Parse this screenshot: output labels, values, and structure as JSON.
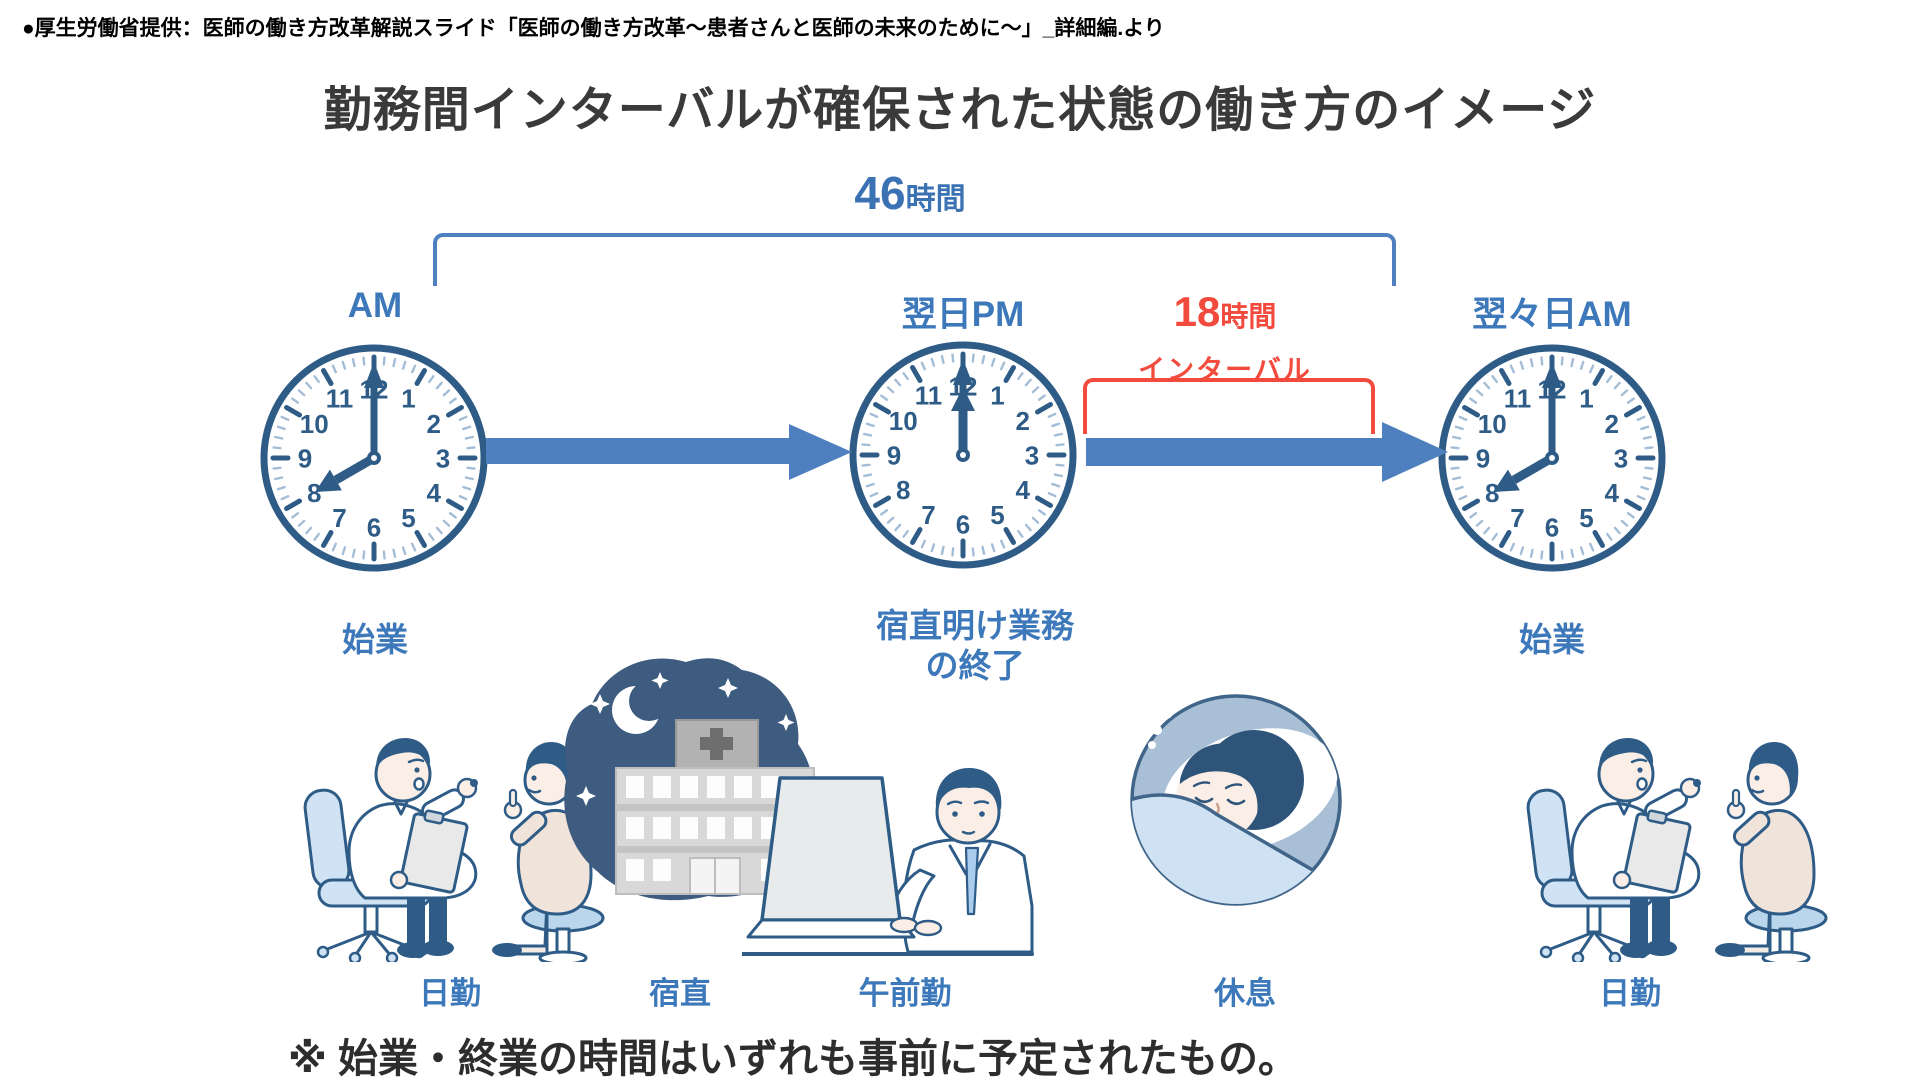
{
  "source_line": "●厚生労働省提供：医師の働き方改革解説スライド「医師の働き方改革～患者さんと医師の未来のために～」_詳細編.より",
  "title": "勤務間インターバルが確保された状態の働き方のイメージ",
  "total_span": {
    "value": "46",
    "unit": "時間"
  },
  "interval": {
    "value": "18",
    "unit": "時間",
    "label": "インターバル"
  },
  "dial_numbers": [
    "1",
    "2",
    "3",
    "4",
    "5",
    "6",
    "7",
    "8",
    "9",
    "10",
    "11",
    "12"
  ],
  "clocks": [
    {
      "label": "AM",
      "time": "8:00",
      "event": "始業"
    },
    {
      "label": "翌日PM",
      "time": "12:00",
      "event": "宿直明け業務",
      "event_line2": "の終了"
    },
    {
      "label": "翌々日AM",
      "time": "8:00",
      "event": "始業"
    }
  ],
  "phases": [
    {
      "label": "日勤",
      "illustration": "doctor-patient-consultation"
    },
    {
      "label": "宿直",
      "illustration": "hospital-at-night"
    },
    {
      "label": "午前勤",
      "illustration": "doctor-working-on-laptop"
    },
    {
      "label": "休息",
      "illustration": "person-sleeping"
    },
    {
      "label": "日勤",
      "illustration": "doctor-patient-consultation"
    }
  ],
  "footnote": "※ 始業・終業の時間はいずれも事前に予定されたもの。",
  "colors": {
    "label_blue": "#3d79ba",
    "navy": "#2e5c87",
    "arrow_blue": "#4e80bf",
    "accent_red": "#f24b3e",
    "minor_tick": "#a4bdd6",
    "night_navy": "#3e5c80",
    "chair_blue": "#cfe3f4",
    "skin": "#fbeee6",
    "sleep_bg": "#a9bfd6",
    "blanket_blue": "#cfe2f3"
  }
}
